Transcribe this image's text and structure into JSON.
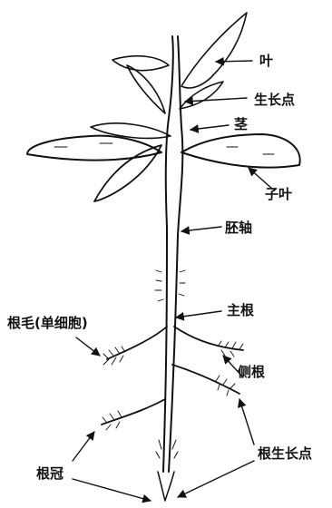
{
  "labels": {
    "leaf": "叶",
    "growing_point": "生长点",
    "stem": "茎",
    "cotyledon": "子叶",
    "hypocotyl": "胚轴",
    "taproot": "主根",
    "root_hair": "根毛(单细胞)",
    "lateral_root": "侧根",
    "root_cap": "根冠",
    "root_growing_point": "根生长点"
  },
  "colors": {
    "ink": "#111111",
    "paper": "#ffffff"
  }
}
